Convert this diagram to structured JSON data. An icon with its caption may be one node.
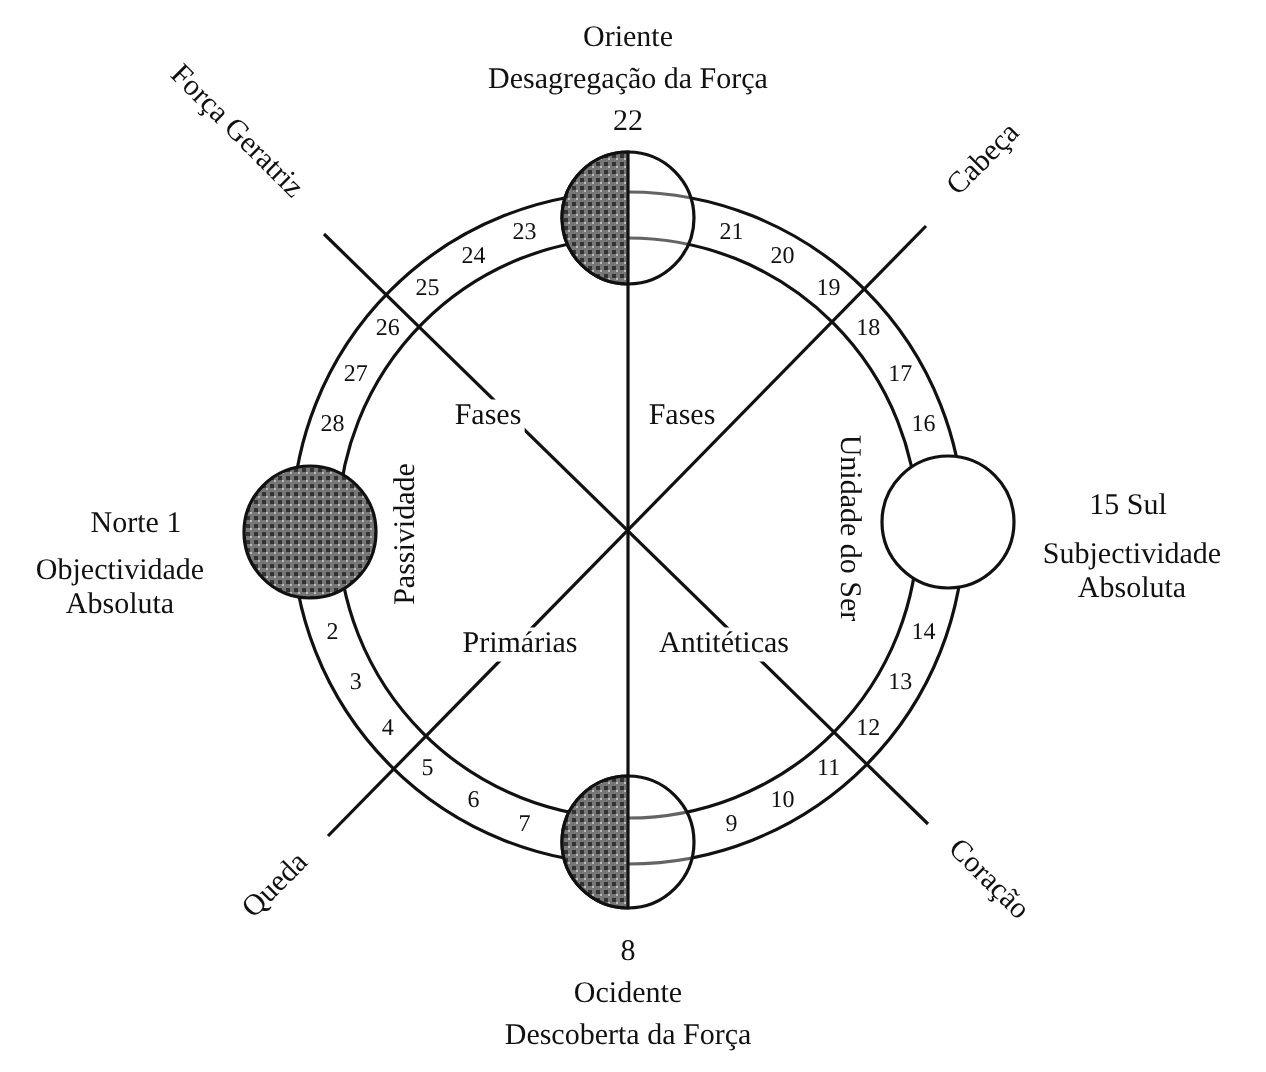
{
  "diagram": {
    "nodes": [
      {
        "text": [
          "Força Geratriz"
        ]
      },
      {
        "text": [],
        "shape": "circle",
        "beside": [
          "Oriente",
          "Desagregação da Força",
          "22"
        ]
      },
      {
        "text": [
          "Cabeça"
        ]
      },
      {
        "text": [],
        "shape": "circle",
        "beside": [
          "Norte 1",
          "Objectividade Absoluta"
        ]
      },
      {
        "text": [],
        "shape": "circle",
        "beside": [
          "15 Sul",
          "Subjectividade Absoluta"
        ]
      },
      {
        "text": [
          "Queda"
        ]
      },
      {
        "text": [],
        "shape": "circle",
        "beside": [
          "8",
          "Ocidente",
          "Descoberta da Força"
        ]
      },
      {
        "text": [
          "Coração"
        ]
      }
    ],
    "edges": [
      {
        "from": 1,
        "to": 6,
        "arrow": "none"
      },
      {
        "from": 0,
        "to": 7,
        "arrow": "none"
      },
      {
        "from": 5,
        "to": 2,
        "arrow": "none"
      }
    ],
    "labels": [
      "23",
      "21",
      "24",
      "20",
      "25",
      "19",
      "26",
      "18",
      "27",
      "17",
      "28",
      "16",
      "2",
      "14",
      "3",
      "13",
      "4",
      "12",
      "5",
      "11",
      "6",
      "10",
      "7",
      "9",
      "Fases",
      "Fases",
      "Passividade",
      "Unidade do Ser",
      "Primárias",
      "Antitéticas"
    ]
  }
}
